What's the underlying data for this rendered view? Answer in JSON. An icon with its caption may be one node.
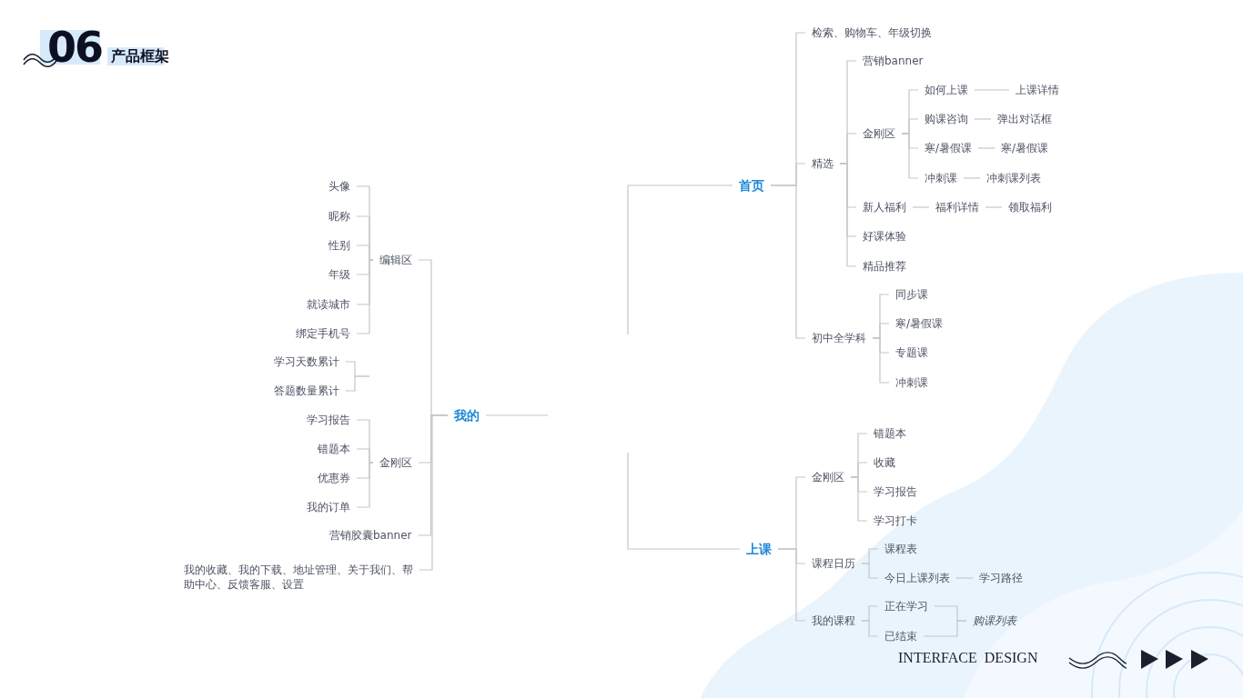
{
  "diagram": {
    "title": "产品框架",
    "nodes": [
      {
        "text": [
          "首页"
        ]
      },
      {
        "text": [
          "检索、购物车、年级切换"
        ]
      },
      {
        "text": [
          "精选"
        ]
      },
      {
        "text": [
          "营销banner"
        ]
      },
      {
        "text": [
          "金刚区"
        ]
      },
      {
        "text": [
          "如何上课"
        ]
      },
      {
        "text": [
          "上课详情"
        ]
      },
      {
        "text": [
          "购课咨询"
        ]
      },
      {
        "text": [
          "弹出对话框"
        ]
      },
      {
        "text": [
          "寒/暑假课"
        ]
      },
      {
        "text": [
          "寒/暑假课"
        ]
      },
      {
        "text": [
          "冲刺课"
        ]
      },
      {
        "text": [
          "冲刺课列表"
        ]
      },
      {
        "text": [
          "新人福利"
        ]
      },
      {
        "text": [
          "福利详情"
        ]
      },
      {
        "text": [
          "领取福利"
        ]
      },
      {
        "text": [
          "好课体验"
        ]
      },
      {
        "text": [
          "精品推荐"
        ]
      },
      {
        "text": [
          "初中全学科"
        ]
      },
      {
        "text": [
          "同步课"
        ]
      },
      {
        "text": [
          "寒/暑假课"
        ]
      },
      {
        "text": [
          "专题课"
        ]
      },
      {
        "text": [
          "冲刺课"
        ]
      },
      {
        "text": [
          "我的"
        ]
      },
      {
        "text": [
          "编辑区"
        ]
      },
      {
        "text": [
          "头像"
        ]
      },
      {
        "text": [
          "昵称"
        ]
      },
      {
        "text": [
          "性别"
        ]
      },
      {
        "text": [
          "年级"
        ]
      },
      {
        "text": [
          "就读城市"
        ]
      },
      {
        "text": [
          "绑定手机号"
        ]
      },
      {
        "text": [
          "学习天数累计"
        ]
      },
      {
        "text": [
          "答题数量累计"
        ]
      },
      {
        "text": [
          "金刚区"
        ]
      },
      {
        "text": [
          "学习报告"
        ]
      },
      {
        "text": [
          "错题本"
        ]
      },
      {
        "text": [
          "优惠券"
        ]
      },
      {
        "text": [
          "我的订单"
        ]
      },
      {
        "text": [
          "营销胶囊banner"
        ]
      },
      {
        "text": [
          "我的收藏、我的下载、地址管理、关于我们、帮助中心、反馈客服、设置"
        ]
      },
      {
        "text": [
          "上课"
        ]
      },
      {
        "text": [
          "金刚区"
        ]
      },
      {
        "text": [
          "错题本"
        ]
      },
      {
        "text": [
          "收藏"
        ]
      },
      {
        "text": [
          "学习报告"
        ]
      },
      {
        "text": [
          "学习打卡"
        ]
      },
      {
        "text": [
          "课程日历"
        ]
      },
      {
        "text": [
          "课程表"
        ]
      },
      {
        "text": [
          "今日上课列表"
        ]
      },
      {
        "text": [
          "学习路径"
        ]
      },
      {
        "text": [
          "我的课程"
        ]
      },
      {
        "text": [
          "正在学习"
        ]
      },
      {
        "text": [
          "已结束"
        ]
      },
      {
        "text": [
          "购课列表"
        ]
      }
    ],
    "edges": [
      {
        "from": null,
        "to": 0,
        "arrow": "none"
      },
      {
        "from": 0,
        "to": 1,
        "arrow": "none"
      },
      {
        "from": 0,
        "to": 2,
        "arrow": "none"
      },
      {
        "from": 0,
        "to": 18,
        "arrow": "none"
      },
      {
        "from": 2,
        "to": 3,
        "arrow": "none"
      },
      {
        "from": 2,
        "to": 4,
        "arrow": "none"
      },
      {
        "from": 2,
        "to": 13,
        "arrow": "none"
      },
      {
        "from": 2,
        "to": 16,
        "arrow": "none"
      },
      {
        "from": 2,
        "to": 17,
        "arrow": "none"
      },
      {
        "from": 4,
        "to": 5,
        "arrow": "none"
      },
      {
        "from": 4,
        "to": 7,
        "arrow": "none"
      },
      {
        "from": 4,
        "to": 9,
        "arrow": "none"
      },
      {
        "from": 4,
        "to": 11,
        "arrow": "none"
      },
      {
        "from": 5,
        "to": 6,
        "arrow": "none"
      },
      {
        "from": 7,
        "to": 8,
        "arrow": "none"
      },
      {
        "from": 9,
        "to": 10,
        "arrow": "none"
      },
      {
        "from": 11,
        "to": 12,
        "arrow": "none"
      },
      {
        "from": 13,
        "to": 14,
        "arrow": "none"
      },
      {
        "from": 14,
        "to": 15,
        "arrow": "none"
      },
      {
        "from": 18,
        "to": 19,
        "arrow": "none"
      },
      {
        "from": 18,
        "to": 20,
        "arrow": "none"
      },
      {
        "from": 18,
        "to": 21,
        "arrow": "none"
      },
      {
        "from": 18,
        "to": 22,
        "arrow": "none"
      },
      {
        "from": null,
        "to": 23,
        "arrow": "none"
      },
      {
        "from": 23,
        "to": 24,
        "arrow": "none"
      },
      {
        "from": 24,
        "to": 25,
        "arrow": "none"
      },
      {
        "from": 24,
        "to": 26,
        "arrow": "none"
      },
      {
        "from": 24,
        "to": 27,
        "arrow": "none"
      },
      {
        "from": 24,
        "to": 28,
        "arrow": "none"
      },
      {
        "from": 24,
        "to": 29,
        "arrow": "none"
      },
      {
        "from": 24,
        "to": 30,
        "arrow": "none"
      },
      {
        "from": 31,
        "to": null,
        "arrow": "none"
      },
      {
        "from": 32,
        "to": null,
        "arrow": "none"
      },
      {
        "from": 23,
        "to": 33,
        "arrow": "none"
      },
      {
        "from": 33,
        "to": 34,
        "arrow": "none"
      },
      {
        "from": 33,
        "to": 35,
        "arrow": "none"
      },
      {
        "from": 33,
        "to": 36,
        "arrow": "none"
      },
      {
        "from": 33,
        "to": 37,
        "arrow": "none"
      },
      {
        "from": 23,
        "to": 38,
        "arrow": "none"
      },
      {
        "from": 23,
        "to": 39,
        "arrow": "none"
      },
      {
        "from": null,
        "to": 40,
        "arrow": "none"
      },
      {
        "from": 40,
        "to": 41,
        "arrow": "none"
      },
      {
        "from": 40,
        "to": 46,
        "arrow": "none"
      },
      {
        "from": 40,
        "to": 50,
        "arrow": "none"
      },
      {
        "from": 41,
        "to": 42,
        "arrow": "none"
      },
      {
        "from": 41,
        "to": 43,
        "arrow": "none"
      },
      {
        "from": 41,
        "to": 44,
        "arrow": "none"
      },
      {
        "from": 41,
        "to": 45,
        "arrow": "none"
      },
      {
        "from": 46,
        "to": 47,
        "arrow": "none"
      },
      {
        "from": 46,
        "to": 48,
        "arrow": "none"
      },
      {
        "from": 48,
        "to": 49,
        "arrow": "none"
      },
      {
        "from": 50,
        "to": 51,
        "arrow": "none"
      },
      {
        "from": 50,
        "to": 52,
        "arrow": "none"
      },
      {
        "from": 51,
        "to": 53,
        "arrow": "none"
      },
      {
        "from": 52,
        "to": 53,
        "arrow": "none"
      }
    ],
    "labels": [
      "06",
      "INTERFACE DESIGN"
    ]
  }
}
